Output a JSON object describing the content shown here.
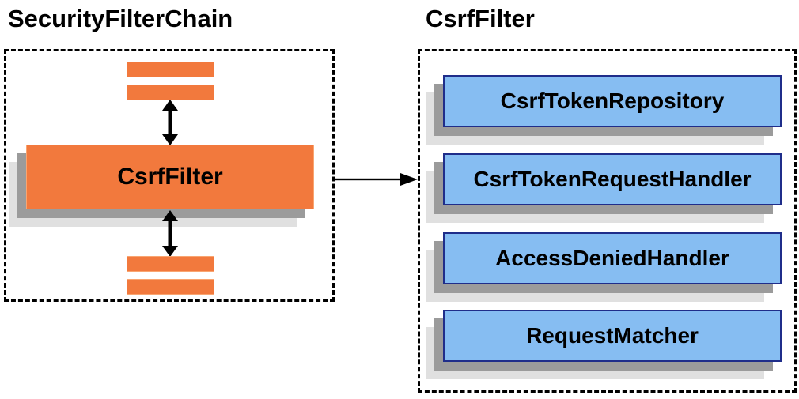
{
  "left_group": {
    "title": "SecurityFilterChain",
    "csrf_filter_box_label": "CsrfFilter"
  },
  "right_group": {
    "title": "CsrfFilter",
    "components": [
      "CsrfTokenRepository",
      "CsrfTokenRequestHandler",
      "AccessDeniedHandler",
      "RequestMatcher"
    ]
  },
  "icons": {
    "bidirectional_arrow": "vertical double-headed arrow (filter chain flow)",
    "flow_arrow": "right-pointing arrow (CsrfFilter uses components)"
  },
  "colors": {
    "orange_fill": "#F2793D",
    "orange_border": "#F9A571",
    "blue_fill": "#86BDF2",
    "blue_border": "#1F2D8A",
    "shadow_dark": "#9B9B9B",
    "shadow_light": "#E0E0E0",
    "dashed_border": "#000000",
    "arrow": "#000000",
    "text": "#000000",
    "background": "#FFFFFF"
  }
}
